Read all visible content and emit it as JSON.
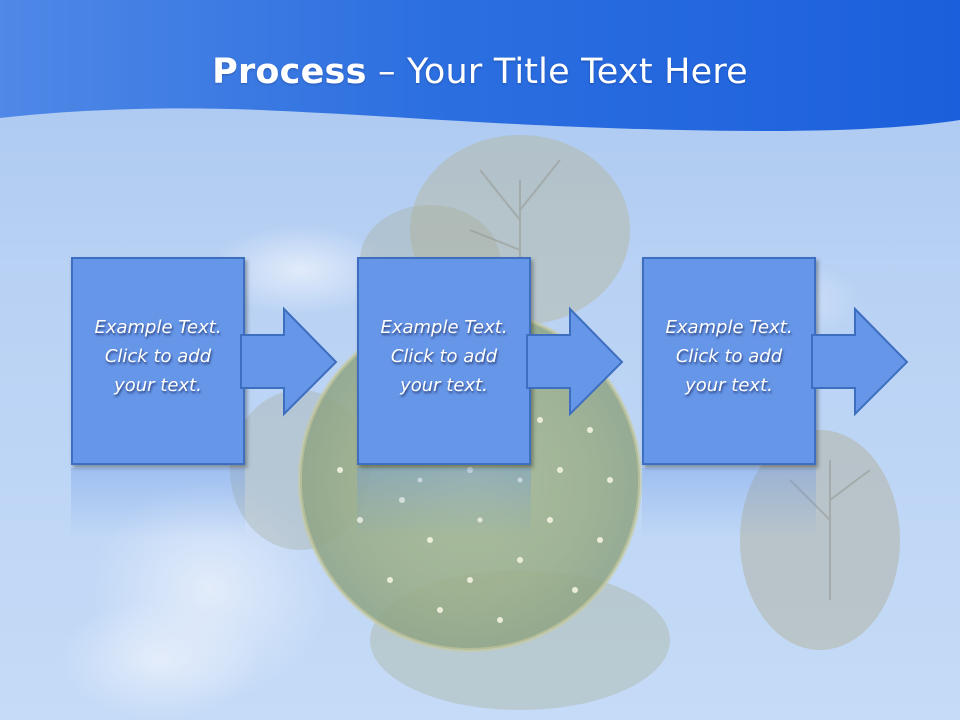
{
  "title": {
    "strong": "Process",
    "rest": " – Your Title Text Here"
  },
  "steps": [
    {
      "lines": [
        "Example Text.",
        "Click  to add",
        "your text."
      ]
    },
    {
      "lines": [
        "Example Text.",
        "Click  to add",
        "your text."
      ]
    },
    {
      "lines": [
        "Example Text.",
        "Click  to add",
        "your text."
      ]
    }
  ],
  "colors": {
    "header_blue": "#1f5ed6",
    "box_fill": "#6696e8",
    "box_border": "#3e6ec0",
    "text": "#ffffff"
  }
}
